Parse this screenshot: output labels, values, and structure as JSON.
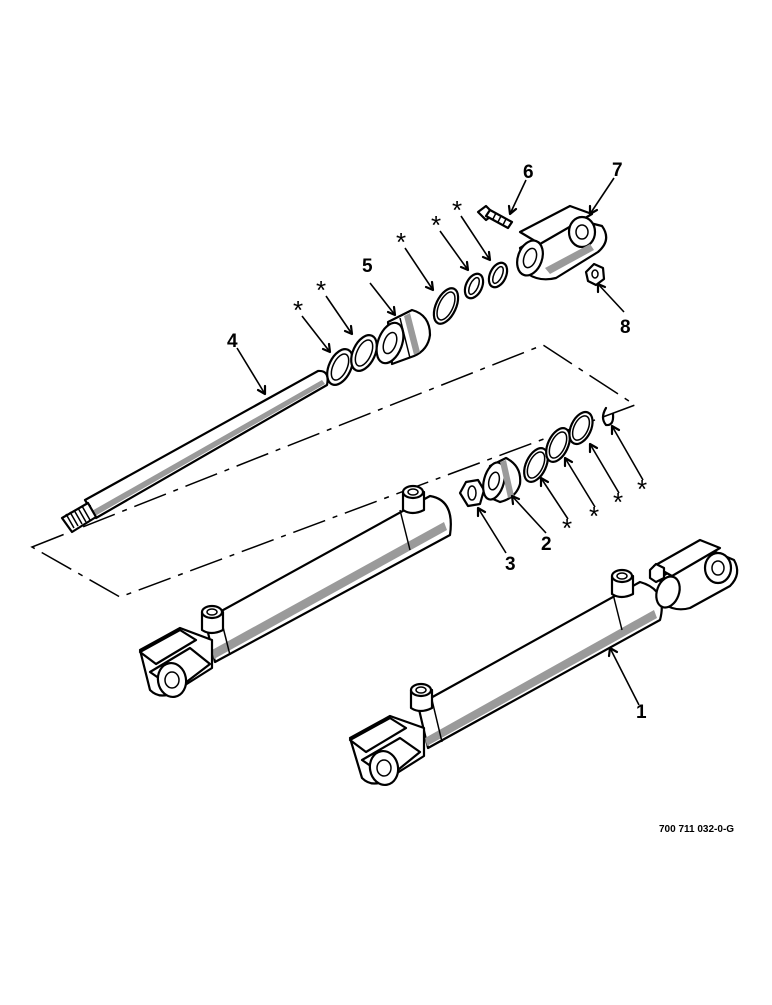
{
  "diagram": {
    "callouts": {
      "p1": "1",
      "p2": "2",
      "p3": "3",
      "p4": "4",
      "p5": "5",
      "p6": "6",
      "p7": "7",
      "p8": "8"
    },
    "seal_marker": "*",
    "drawing_number": "700 711 032-0-G"
  }
}
